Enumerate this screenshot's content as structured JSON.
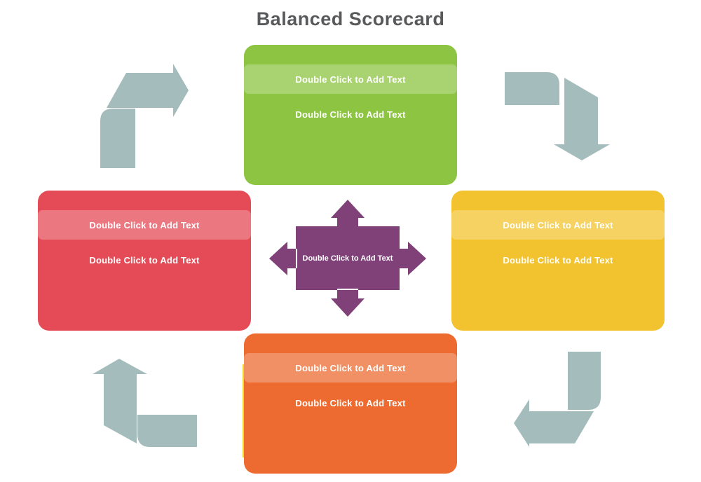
{
  "title": "Balanced Scorecard",
  "cards": {
    "top": {
      "band_label": "Double Click to Add Text",
      "body_label": "Double Click to Add Text"
    },
    "right": {
      "band_label": "Double Click to Add Text",
      "body_label": "Double Click to Add Text"
    },
    "bottom": {
      "band_label": "Double Click to Add Text",
      "body_label": "Double Click to Add Text"
    },
    "left": {
      "band_label": "Double Click to Add Text",
      "body_label": "Double Click to Add Text"
    }
  },
  "center": {
    "label": "Double Click to Add Text"
  },
  "icons": {
    "corner_arrows": [
      "corner-arrow-top-left-bent-right",
      "corner-arrow-top-right-bent-down",
      "corner-arrow-bottom-right-bent-left",
      "corner-arrow-bottom-left-bent-up"
    ],
    "center_cross": "four-way-expand-arrows"
  },
  "colors": {
    "background": "#ffffff",
    "title_text": "#58595b",
    "card_top": "#8dc542",
    "card_right": "#f3c32f",
    "card_bottom": "#ed6b30",
    "card_left": "#e54b56",
    "center_shape": "#7f4178",
    "corner_arrow": "#a5bcbd",
    "card_text": "#ffffff",
    "band_overlay": "rgba(255,255,255,0.25)",
    "stray_line": "#e8da2e"
  }
}
